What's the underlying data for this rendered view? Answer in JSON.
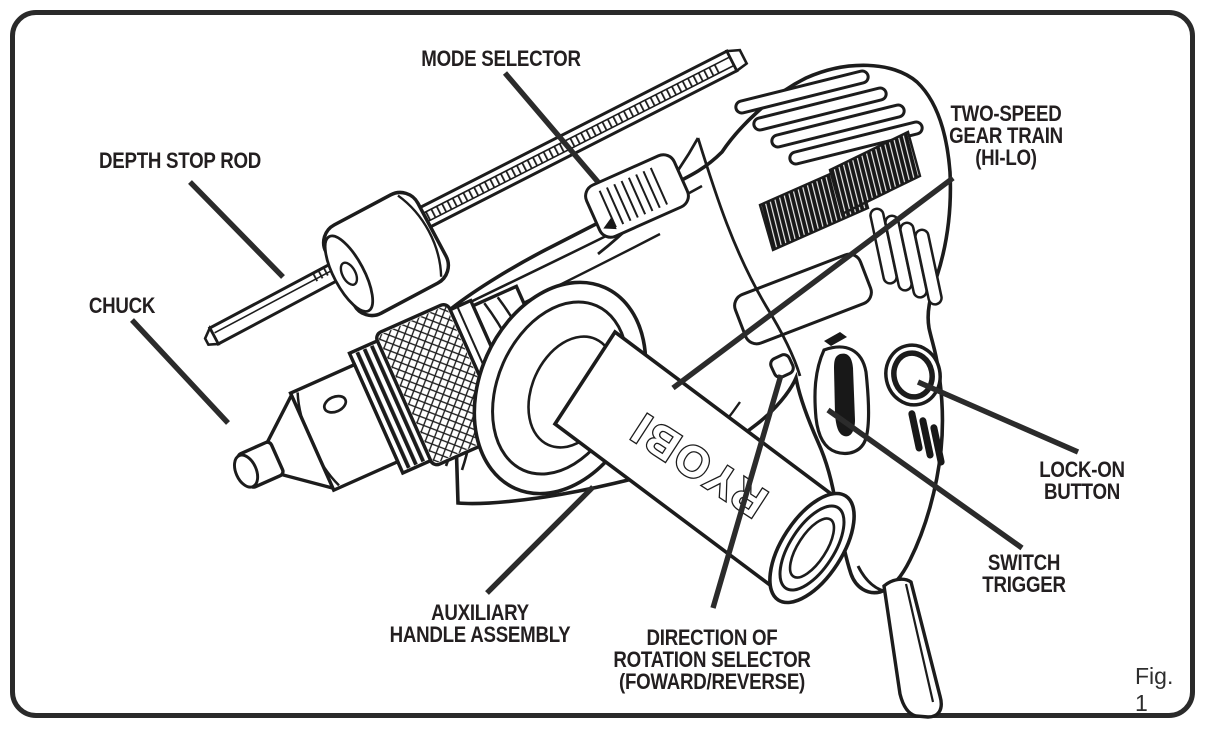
{
  "figure": {
    "caption": "Fig. 1"
  },
  "brand": {
    "logo_text": "RYOBI"
  },
  "labels": {
    "mode_selector": "MODE SELECTOR",
    "depth_stop_rod": "DEPTH STOP ROD",
    "chuck": "CHUCK",
    "two_speed_gear_train": "TWO-SPEED\nGEAR TRAIN\n(HI-LO)",
    "lock_on_button": "LOCK-ON\nBUTTON",
    "switch_trigger": "SWITCH\nTRIGGER",
    "auxiliary_handle": "AUXILIARY\nHANDLE ASSEMBLY",
    "direction_selector": "DIRECTION OF\nROTATION SELECTOR\n(FOWARD/REVERSE)"
  },
  "colors": {
    "ink": "#231f20",
    "background": "#ffffff"
  }
}
